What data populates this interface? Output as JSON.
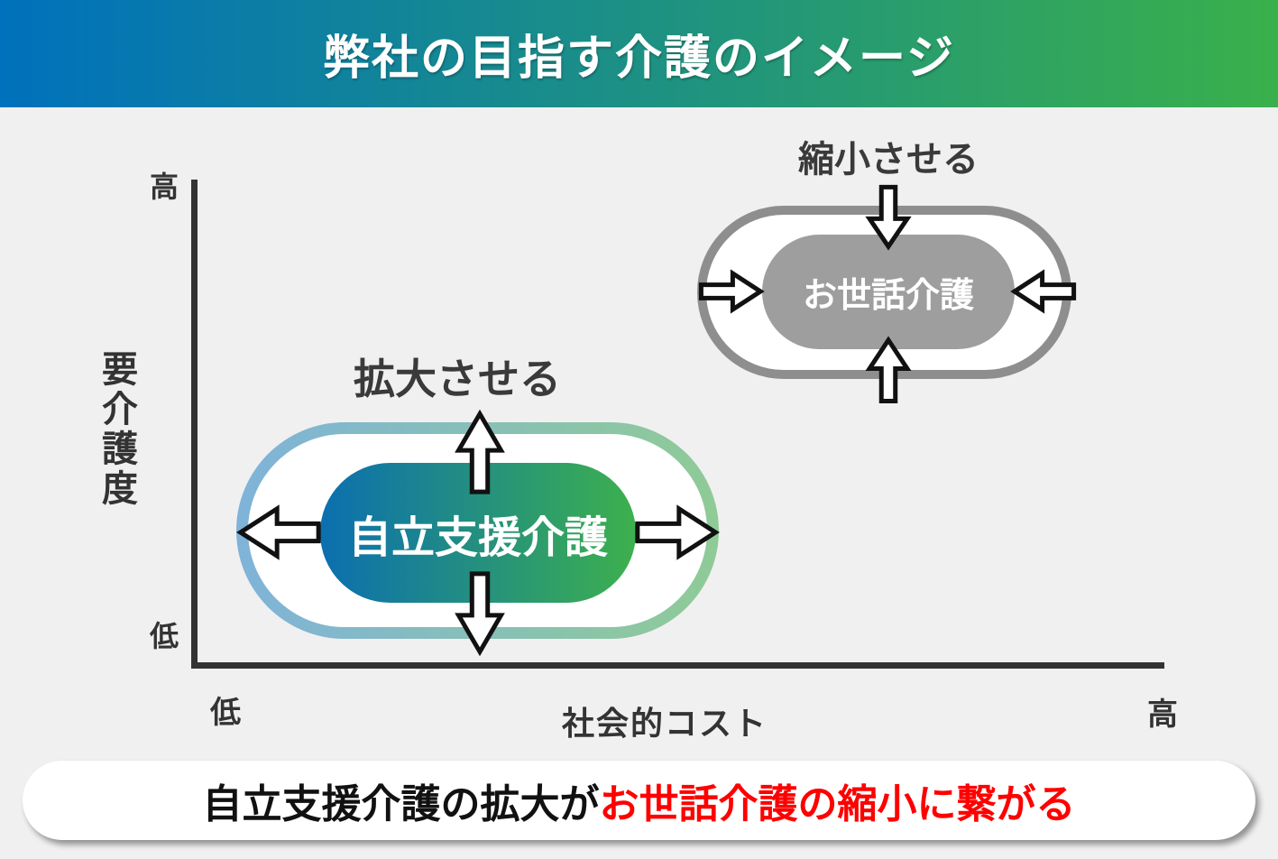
{
  "header": {
    "title": "弊社の目指す介護のイメージ"
  },
  "chart": {
    "y_axis": {
      "label": "要介護度",
      "top_tick": "高",
      "bottom_tick": "低"
    },
    "x_axis": {
      "label": "社会的コスト",
      "left_tick": "低",
      "right_tick": "高"
    }
  },
  "expand_group": {
    "caption": "拡大させる",
    "pill_label": "自立支援介護"
  },
  "shrink_group": {
    "caption": "縮小させる",
    "pill_label": "お世話介護"
  },
  "banner": {
    "text_black": "自立支援介護の拡大が",
    "text_red": "お世話介護の縮小に繋がる"
  },
  "colors": {
    "bg": "#f0f0f1",
    "header_from": "#0071bc",
    "header_to": "#3ab04b",
    "pill_from": "#0b6fb0",
    "pill_to": "#3db04d",
    "ring_from": "#7fb3d9",
    "ring_to": "#8fcb96",
    "gray_border": "#8e8e8e",
    "gray_fill": "#9e9e9e",
    "axis": "#333333",
    "text_dark": "#333333",
    "banner_red": "#ff0000"
  }
}
